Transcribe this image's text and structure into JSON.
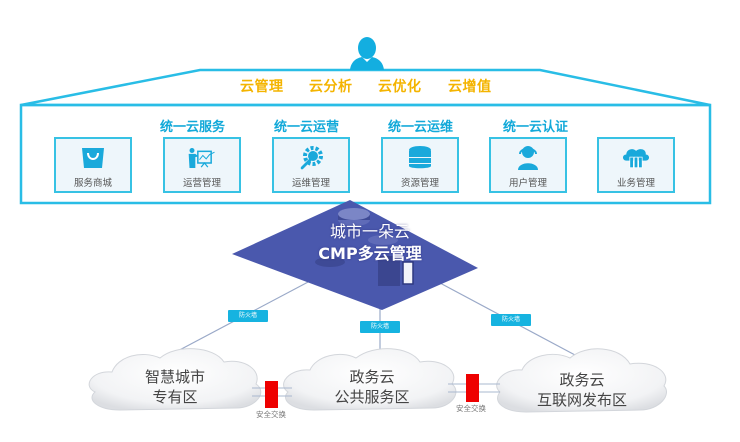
{
  "colors": {
    "accent_blue": "#12a9d9",
    "frame_blue": "#29bde6",
    "gold": "#f4b400",
    "platform": "#4a58ad",
    "firewall": "#16b3e0",
    "security_exchange": "#ee0000"
  },
  "user": {
    "icon": "person-silhouette-icon"
  },
  "pillars": [
    "云管理",
    "云分析",
    "云优化",
    "云增值"
  ],
  "groups": [
    "统一云服务",
    "统一云运营",
    "统一云运维",
    "统一云认证"
  ],
  "tiles": [
    {
      "label": "服务商城",
      "icon": "shopping-bag-icon"
    },
    {
      "label": "运营管理",
      "icon": "presentation-icon"
    },
    {
      "label": "运维管理",
      "icon": "wrench-gear-icon"
    },
    {
      "label": "资源管理",
      "icon": "database-icon"
    },
    {
      "label": "用户管理",
      "icon": "user-laptop-icon"
    },
    {
      "label": "业务管理",
      "icon": "cloud-server-icon"
    }
  ],
  "platform": {
    "line1": "城市一朵云",
    "line2": "CMP多云管理"
  },
  "firewalls": [
    "防火墙",
    "防火墙",
    "防火墙"
  ],
  "clouds": [
    {
      "line1": "智慧城市",
      "line2": "专有区"
    },
    {
      "line1": "政务云",
      "line2": "公共服务区"
    },
    {
      "line1": "政务云",
      "line2": "互联网发布区"
    }
  ],
  "security_exchanges": [
    "安全交换",
    "安全交换"
  ]
}
